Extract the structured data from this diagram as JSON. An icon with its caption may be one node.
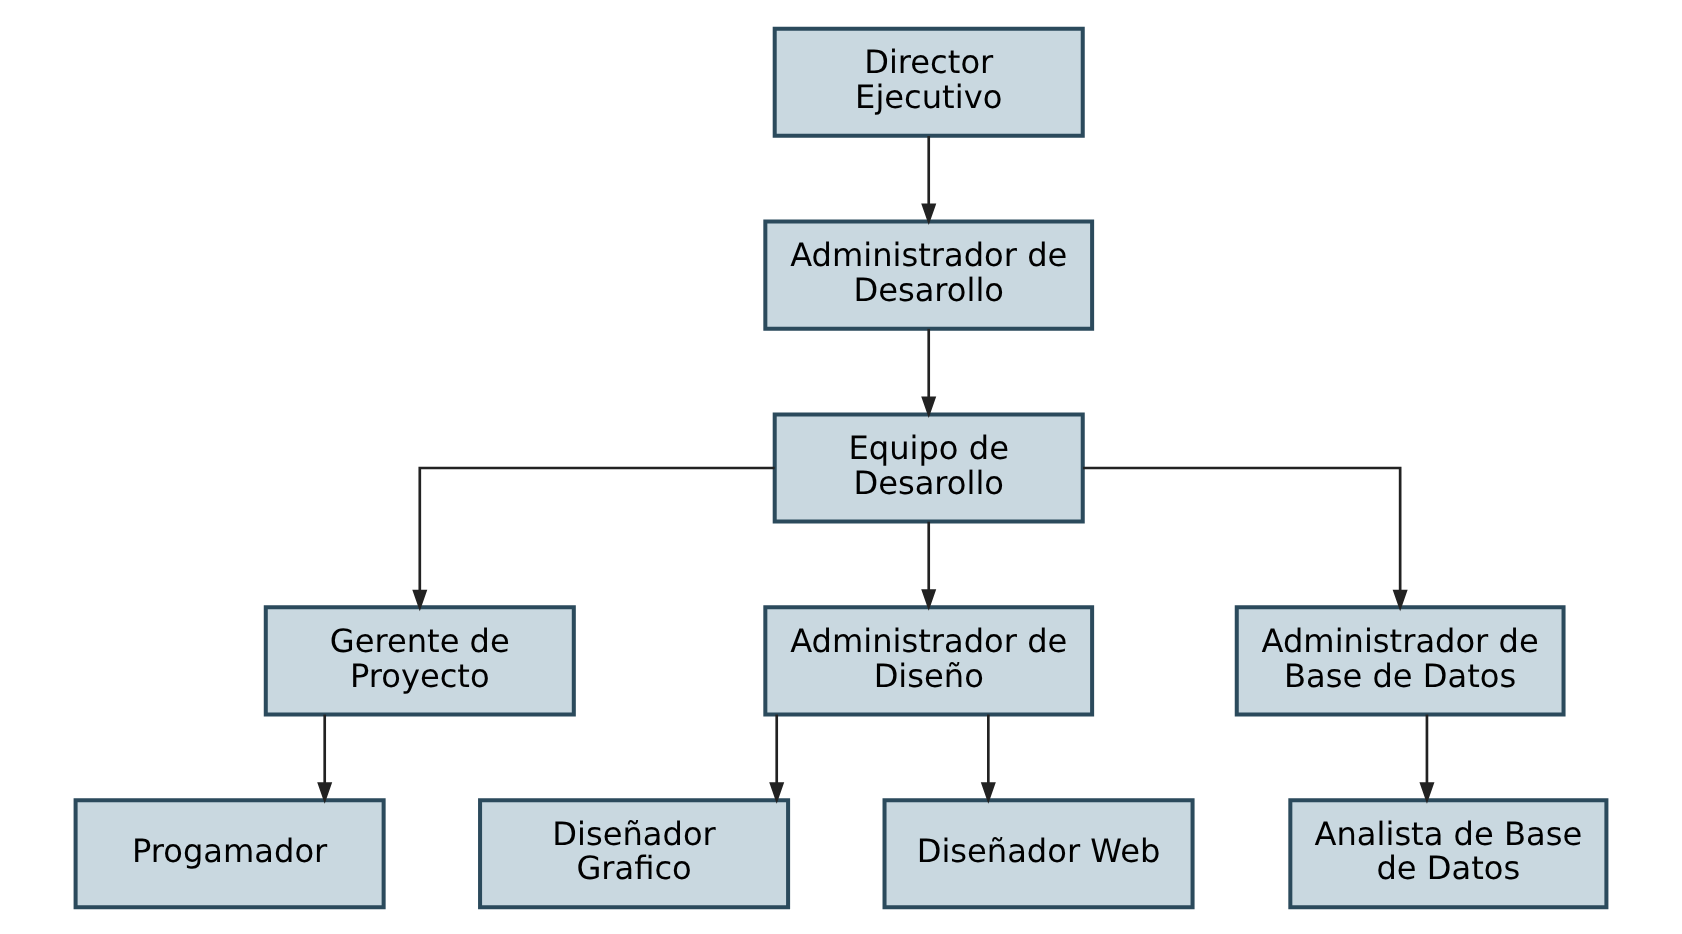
{
  "diagram": {
    "nodes": [
      {
        "text": [
          "Director Ejecutivo"
        ]
      },
      {
        "text": [
          "Administrador de Desarollo"
        ]
      },
      {
        "text": [
          "Equipo de Desarollo"
        ]
      },
      {
        "text": [
          "Gerente de Proyecto"
        ]
      },
      {
        "text": [
          "Administrador de Diseño"
        ]
      },
      {
        "text": [
          "Administrador de Base de Datos"
        ]
      },
      {
        "text": [
          "Progamador"
        ]
      },
      {
        "text": [
          "Diseñador Grafico"
        ]
      },
      {
        "text": [
          "Diseñador Web"
        ]
      },
      {
        "text": [
          "Analista de Base de Datos"
        ]
      }
    ],
    "edges": [
      {
        "from": 0,
        "to": 1,
        "arrow": "to"
      },
      {
        "from": 1,
        "to": 2,
        "arrow": "to"
      },
      {
        "from": 2,
        "to": 3,
        "arrow": "to"
      },
      {
        "from": 2,
        "to": 4,
        "arrow": "to"
      },
      {
        "from": 2,
        "to": 5,
        "arrow": "to"
      },
      {
        "from": 3,
        "to": 6,
        "arrow": "to"
      },
      {
        "from": 4,
        "to": 7,
        "arrow": "to"
      },
      {
        "from": 4,
        "to": 8,
        "arrow": "to"
      },
      {
        "from": 5,
        "to": 9,
        "arrow": "to"
      }
    ]
  }
}
